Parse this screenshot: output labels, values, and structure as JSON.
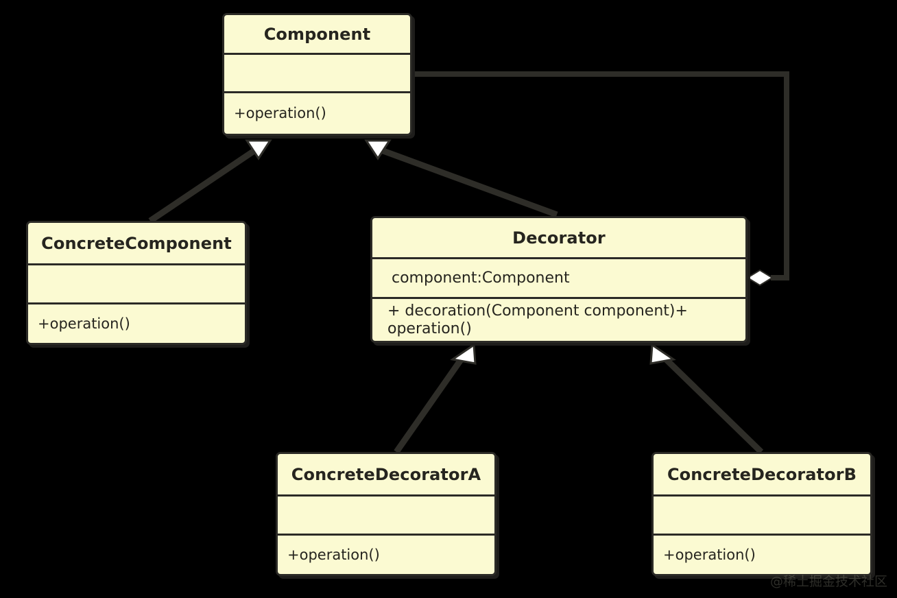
{
  "diagram": {
    "title": "Decorator Pattern UML Class Diagram",
    "type": "uml-class-diagram",
    "background_color": "#000000",
    "box_fill_color": "#FBFAD2",
    "box_border_color": "#2B2A26",
    "text_color": "#26251F",
    "edge_color": "#2E2D28"
  },
  "classes": {
    "component": {
      "name": "Component",
      "attributes": [
        ""
      ],
      "operations": [
        "+operation()"
      ]
    },
    "concrete_component": {
      "name": "ConcreteComponent",
      "attributes": [
        ""
      ],
      "operations": [
        "+operation()"
      ]
    },
    "decorator": {
      "name": "Decorator",
      "attributes": [
        "component:Component"
      ],
      "operations": [
        "+ decoration(Component component)+ operation()"
      ]
    },
    "concrete_decorator_a": {
      "name": "ConcreteDecoratorA",
      "attributes": [
        ""
      ],
      "operations": [
        "+operation()"
      ]
    },
    "concrete_decorator_b": {
      "name": "ConcreteDecoratorB",
      "attributes": [
        ""
      ],
      "operations": [
        "+operation()"
      ]
    }
  },
  "relationships": [
    {
      "id": "gen-concrete-component",
      "type": "generalization",
      "from": "ConcreteComponent",
      "to": "Component",
      "arrow": "hollow-triangle"
    },
    {
      "id": "gen-decorator",
      "type": "generalization",
      "from": "Decorator",
      "to": "Component",
      "arrow": "hollow-triangle"
    },
    {
      "id": "gen-concrete-decorator-a",
      "type": "generalization",
      "from": "ConcreteDecoratorA",
      "to": "Decorator",
      "arrow": "hollow-triangle"
    },
    {
      "id": "gen-concrete-decorator-b",
      "type": "generalization",
      "from": "ConcreteDecoratorB",
      "to": "Decorator",
      "arrow": "hollow-triangle"
    },
    {
      "id": "agg-decorator-component",
      "type": "aggregation",
      "from": "Decorator",
      "to": "Component",
      "arrow": "hollow-diamond"
    }
  ],
  "watermark": {
    "text": "@稀土掘金技术社区"
  }
}
